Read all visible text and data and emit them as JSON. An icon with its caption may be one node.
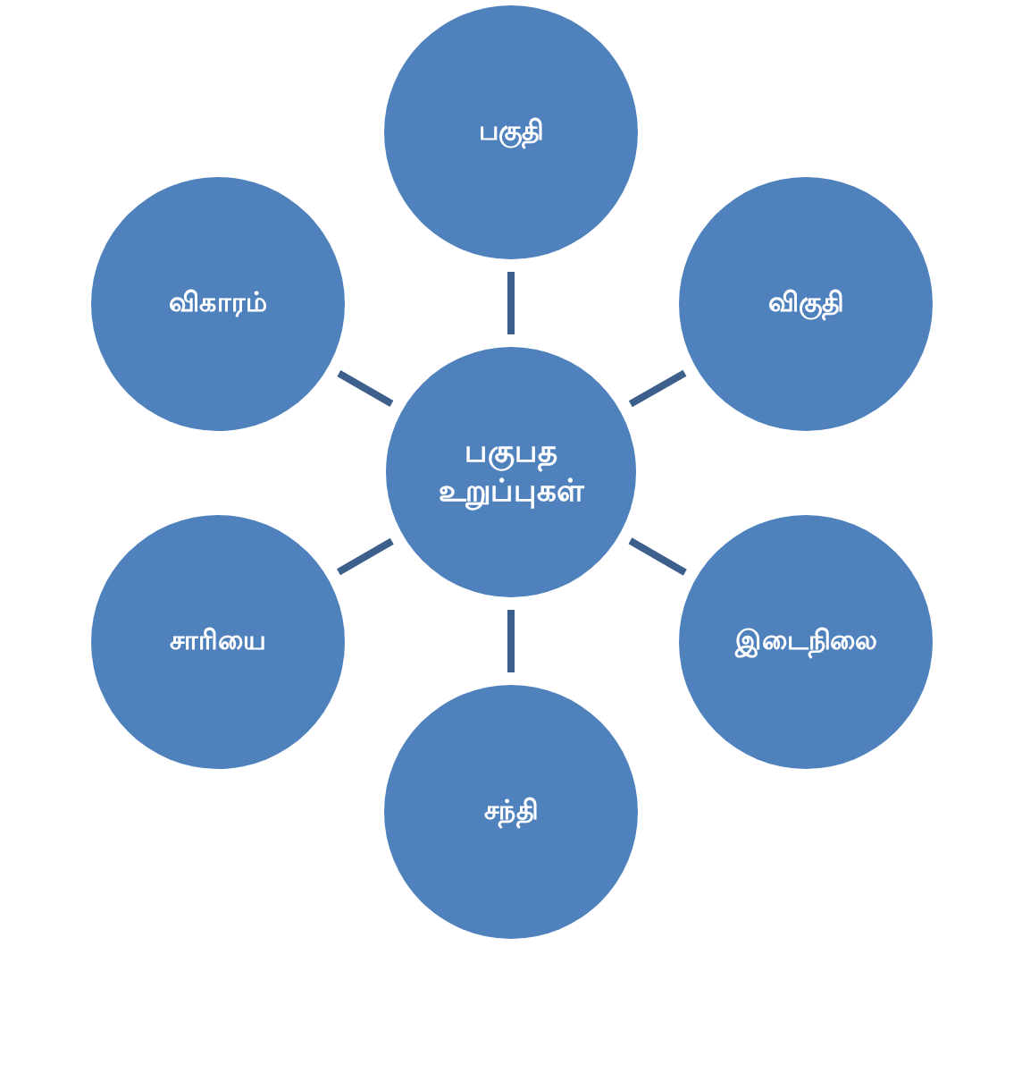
{
  "diagram": {
    "nodes": [
      {
        "text": [
          "பகுபத உறுப்புகள்"
        ]
      },
      {
        "text": [
          "பகுதி"
        ]
      },
      {
        "text": [
          "விகுதி"
        ]
      },
      {
        "text": [
          "இடைநிலை"
        ]
      },
      {
        "text": [
          "சந்தி"
        ]
      },
      {
        "text": [
          "சாரியை"
        ]
      },
      {
        "text": [
          "விகாரம்"
        ]
      }
    ],
    "edges": [
      {
        "from": 0,
        "to": 1,
        "arrow": "none"
      },
      {
        "from": 0,
        "to": 2,
        "arrow": "none"
      },
      {
        "from": 0,
        "to": 3,
        "arrow": "none"
      },
      {
        "from": 0,
        "to": 4,
        "arrow": "none"
      },
      {
        "from": 0,
        "to": 5,
        "arrow": "none"
      },
      {
        "from": 0,
        "to": 6,
        "arrow": "none"
      }
    ]
  }
}
